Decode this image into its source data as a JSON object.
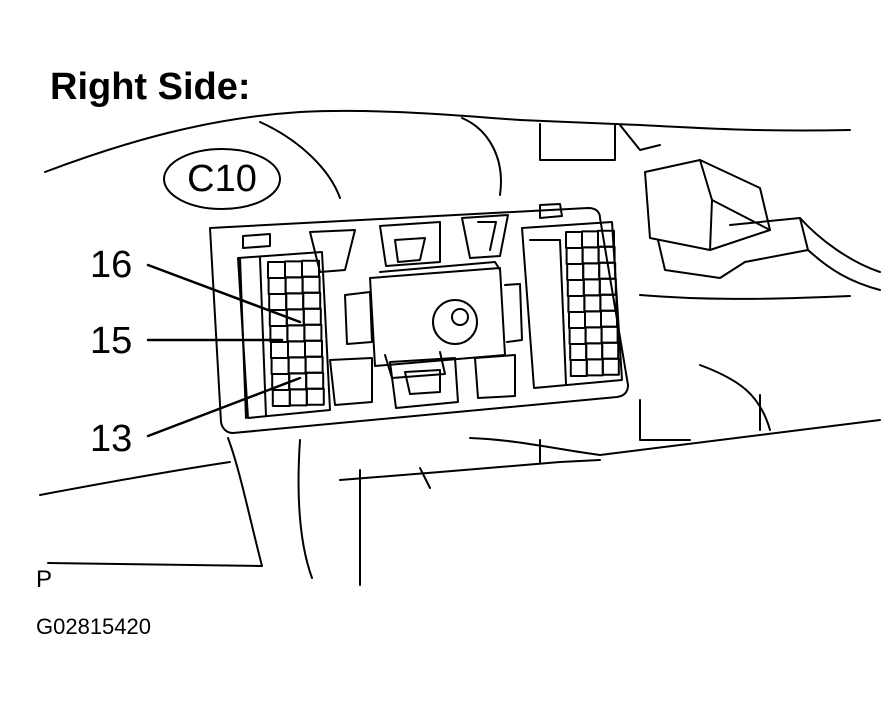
{
  "title": "Right Side:",
  "connector_label": "C10",
  "pin_callouts": [
    {
      "label": "16"
    },
    {
      "label": "15"
    },
    {
      "label": "13"
    }
  ],
  "view_code": "P",
  "figure_id": "G02815420"
}
